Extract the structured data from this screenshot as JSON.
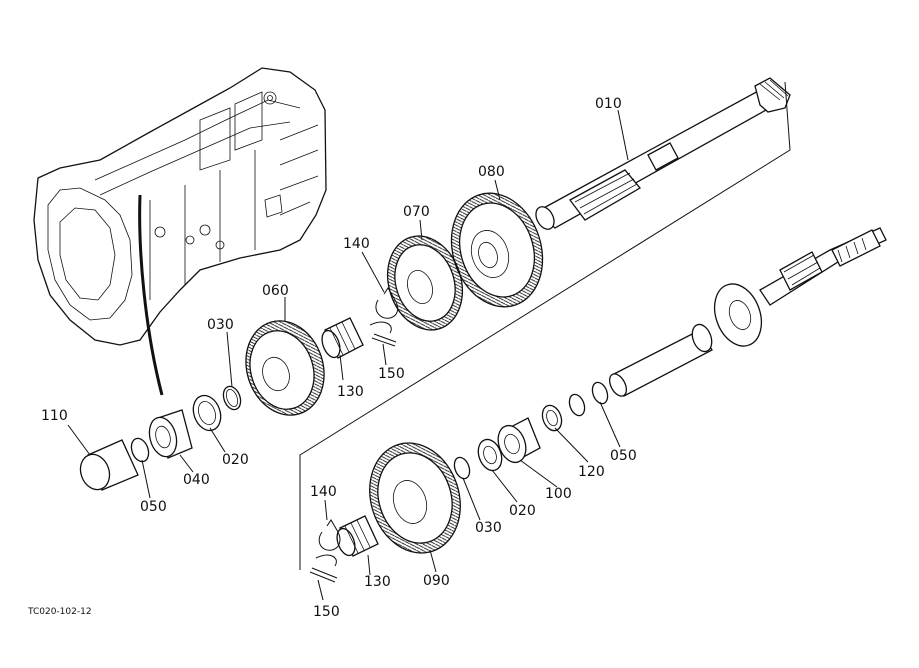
{
  "diagram_code": "TC020-102-12",
  "parts": [
    {
      "id": "p010",
      "label": "010"
    },
    {
      "id": "p080",
      "label": "080"
    },
    {
      "id": "p070",
      "label": "070"
    },
    {
      "id": "p140a",
      "label": "140"
    },
    {
      "id": "p060",
      "label": "060"
    },
    {
      "id": "p030a",
      "label": "030"
    },
    {
      "id": "p130a",
      "label": "130"
    },
    {
      "id": "p150a",
      "label": "150"
    },
    {
      "id": "p110",
      "label": "110"
    },
    {
      "id": "p020a",
      "label": "020"
    },
    {
      "id": "p040",
      "label": "040"
    },
    {
      "id": "p050a",
      "label": "050"
    },
    {
      "id": "p050b",
      "label": "050"
    },
    {
      "id": "p120",
      "label": "120"
    },
    {
      "id": "p100",
      "label": "100"
    },
    {
      "id": "p020b",
      "label": "020"
    },
    {
      "id": "p030b",
      "label": "030"
    },
    {
      "id": "p090",
      "label": "090"
    },
    {
      "id": "p130b",
      "label": "130"
    },
    {
      "id": "p140b",
      "label": "140"
    },
    {
      "id": "p150b",
      "label": "150"
    }
  ]
}
